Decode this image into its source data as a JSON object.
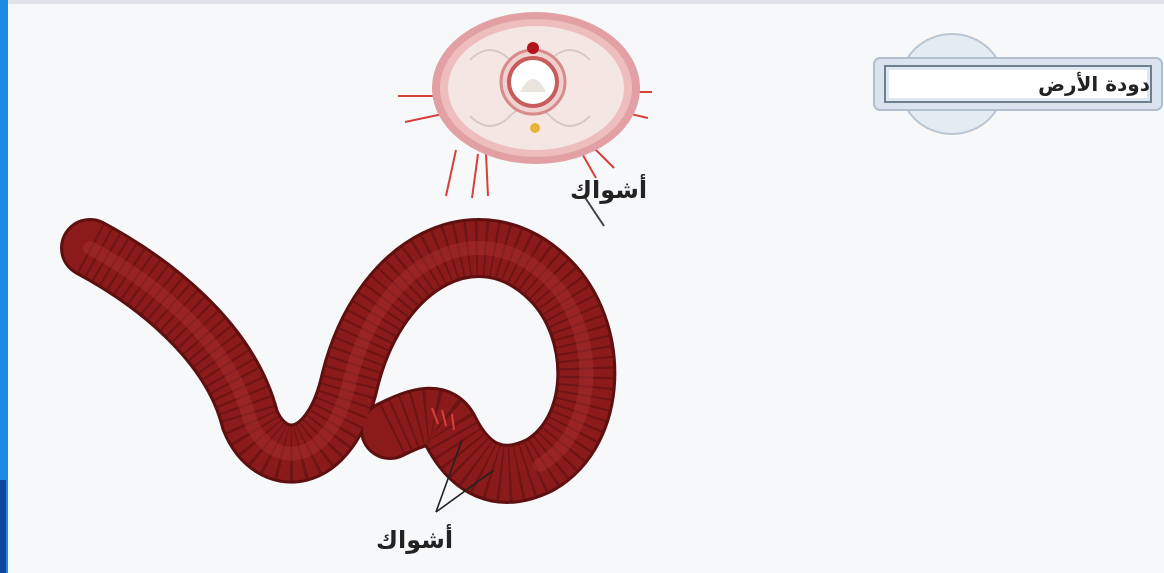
{
  "title": "دودة الأرض",
  "labels": {
    "cross_section_setae": "أشواك",
    "body_setae": "أشواك"
  },
  "colors": {
    "worm_body": "#8b1a1a",
    "worm_segment_line": "#5e0f0f",
    "section_outer": "#e3a3a6",
    "section_inner": "#f2e6e2",
    "setae": "#d7403a",
    "accent_blue": "#1e88e5"
  }
}
